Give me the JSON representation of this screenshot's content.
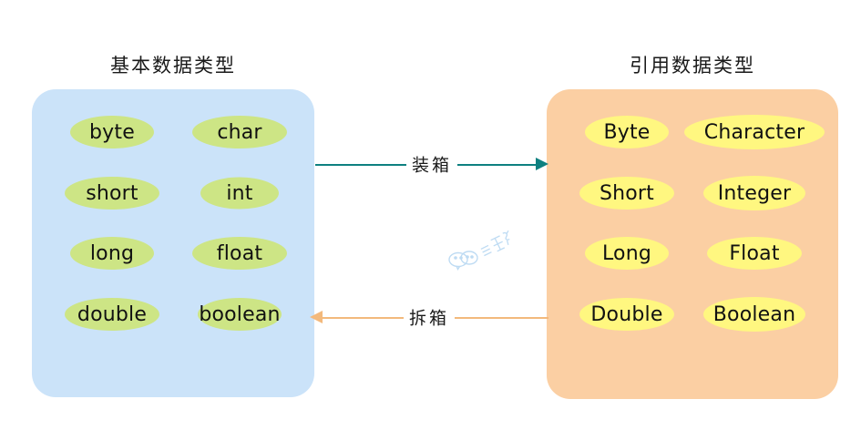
{
  "diagram": {
    "title_note": "Java primitive types vs wrapper (reference) types with boxing / unboxing arrows",
    "left_panel": {
      "title": "基本数据类型",
      "background_color": "#cbe3f9",
      "bubble_color": "#cde585",
      "items": [
        {
          "label": "byte",
          "size": "e-90"
        },
        {
          "label": "char",
          "size": "e-100"
        },
        {
          "label": "short",
          "size": "e-100"
        },
        {
          "label": "int",
          "size": "e-85"
        },
        {
          "label": "long",
          "size": "e-90"
        },
        {
          "label": "float",
          "size": "e-100"
        },
        {
          "label": "double",
          "size": "e-100"
        },
        {
          "label": "boolean",
          "size": "e-90"
        }
      ]
    },
    "right_panel": {
      "title": "引用数据类型",
      "background_color": "#fbcfa3",
      "bubble_color": "#fff780",
      "items": [
        {
          "label": "Byte",
          "size": "e-90"
        },
        {
          "label": "Character",
          "size": "e-150"
        },
        {
          "label": "Short",
          "size": "e-100"
        },
        {
          "label": "Integer",
          "size": "e-110"
        },
        {
          "label": "Long",
          "size": "e-90"
        },
        {
          "label": "Float",
          "size": "e-100"
        },
        {
          "label": "Double",
          "size": "e-100"
        },
        {
          "label": "Boolean",
          "size": "e-110"
        }
      ]
    },
    "arrows": [
      {
        "label": "装箱",
        "direction": "left-to-right",
        "color": "#0e8080"
      },
      {
        "label": "拆箱",
        "direction": "right-to-left",
        "color": "#f3b97c"
      }
    ],
    "watermark": {
      "text": "三分恶",
      "icon": "wechat-chat-bubbles-icon",
      "color": "#b8d8f2"
    }
  }
}
